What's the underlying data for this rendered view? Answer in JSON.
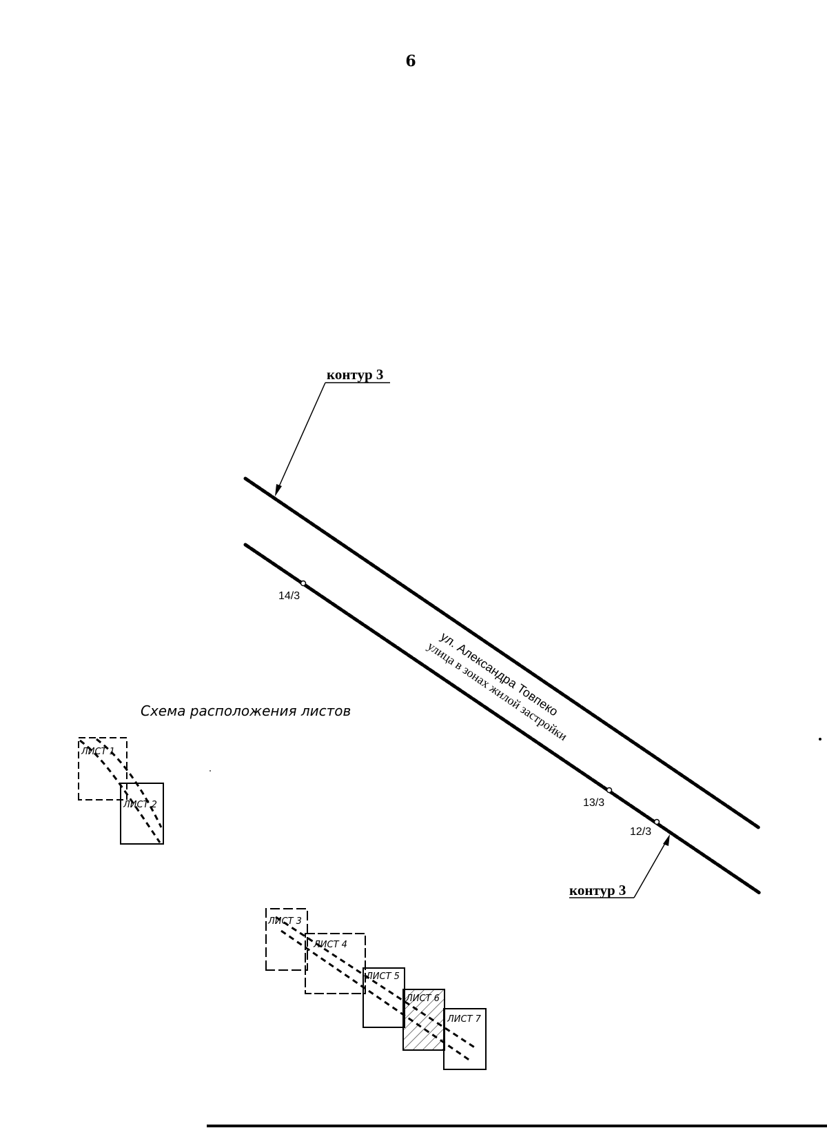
{
  "page": {
    "number": "6"
  },
  "map": {
    "contour_label_top": "контур 3",
    "contour_label_bottom": "контур 3",
    "points": [
      {
        "id": "p14",
        "label": "14/3"
      },
      {
        "id": "p13",
        "label": "13/3"
      },
      {
        "id": "p12",
        "label": "12/3"
      }
    ],
    "street": {
      "name": "ул. Александра Товпеко",
      "category": "улица в зонах жилой застройки"
    }
  },
  "scheme": {
    "title": "Схема расположения листов",
    "sheets": [
      {
        "label": "ЛИСТ 1",
        "current": false
      },
      {
        "label": "ЛИСТ 2",
        "current": false
      },
      {
        "label": "ЛИСТ 3",
        "current": false
      },
      {
        "label": "ЛИСТ 4",
        "current": false
      },
      {
        "label": "ЛИСТ 5",
        "current": false
      },
      {
        "label": "ЛИСТ 6",
        "current": true
      },
      {
        "label": "ЛИСТ 7",
        "current": false
      }
    ]
  }
}
